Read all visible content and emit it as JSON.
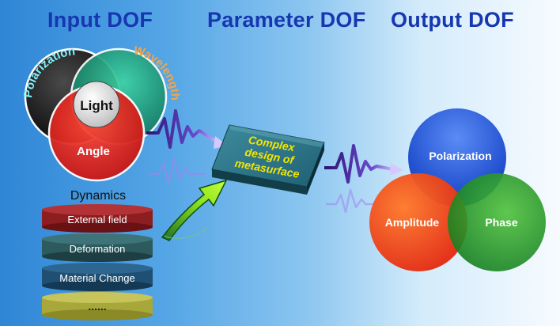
{
  "headings": {
    "input": "Input DOF",
    "parameter": "Parameter DOF",
    "output": "Output DOF"
  },
  "input_circles": {
    "polarization": "Polarization",
    "wavelength": "Wavelength",
    "angle": "Angle",
    "center": "Light"
  },
  "dynamics": {
    "title": "Dynamics",
    "items": [
      "External field",
      "Deformation",
      "Material Change",
      "......"
    ]
  },
  "metasurface": {
    "line1": "Complex",
    "line2": "design of",
    "line3": "metasurface"
  },
  "output_circles": {
    "polarization": "Polarization",
    "amplitude": "Amplitude",
    "phase": "Phase"
  },
  "colors": {
    "heading": "#1637b0",
    "polarization_circle": "#1a1a1a",
    "wavelength_circle": "#1b9a7a",
    "angle_circle": "#e3211b",
    "output_blue": "#1f5ed8",
    "output_red": "#ee3a12",
    "output_green": "#1f8f2a",
    "metasurface_text": "#f2e600"
  }
}
